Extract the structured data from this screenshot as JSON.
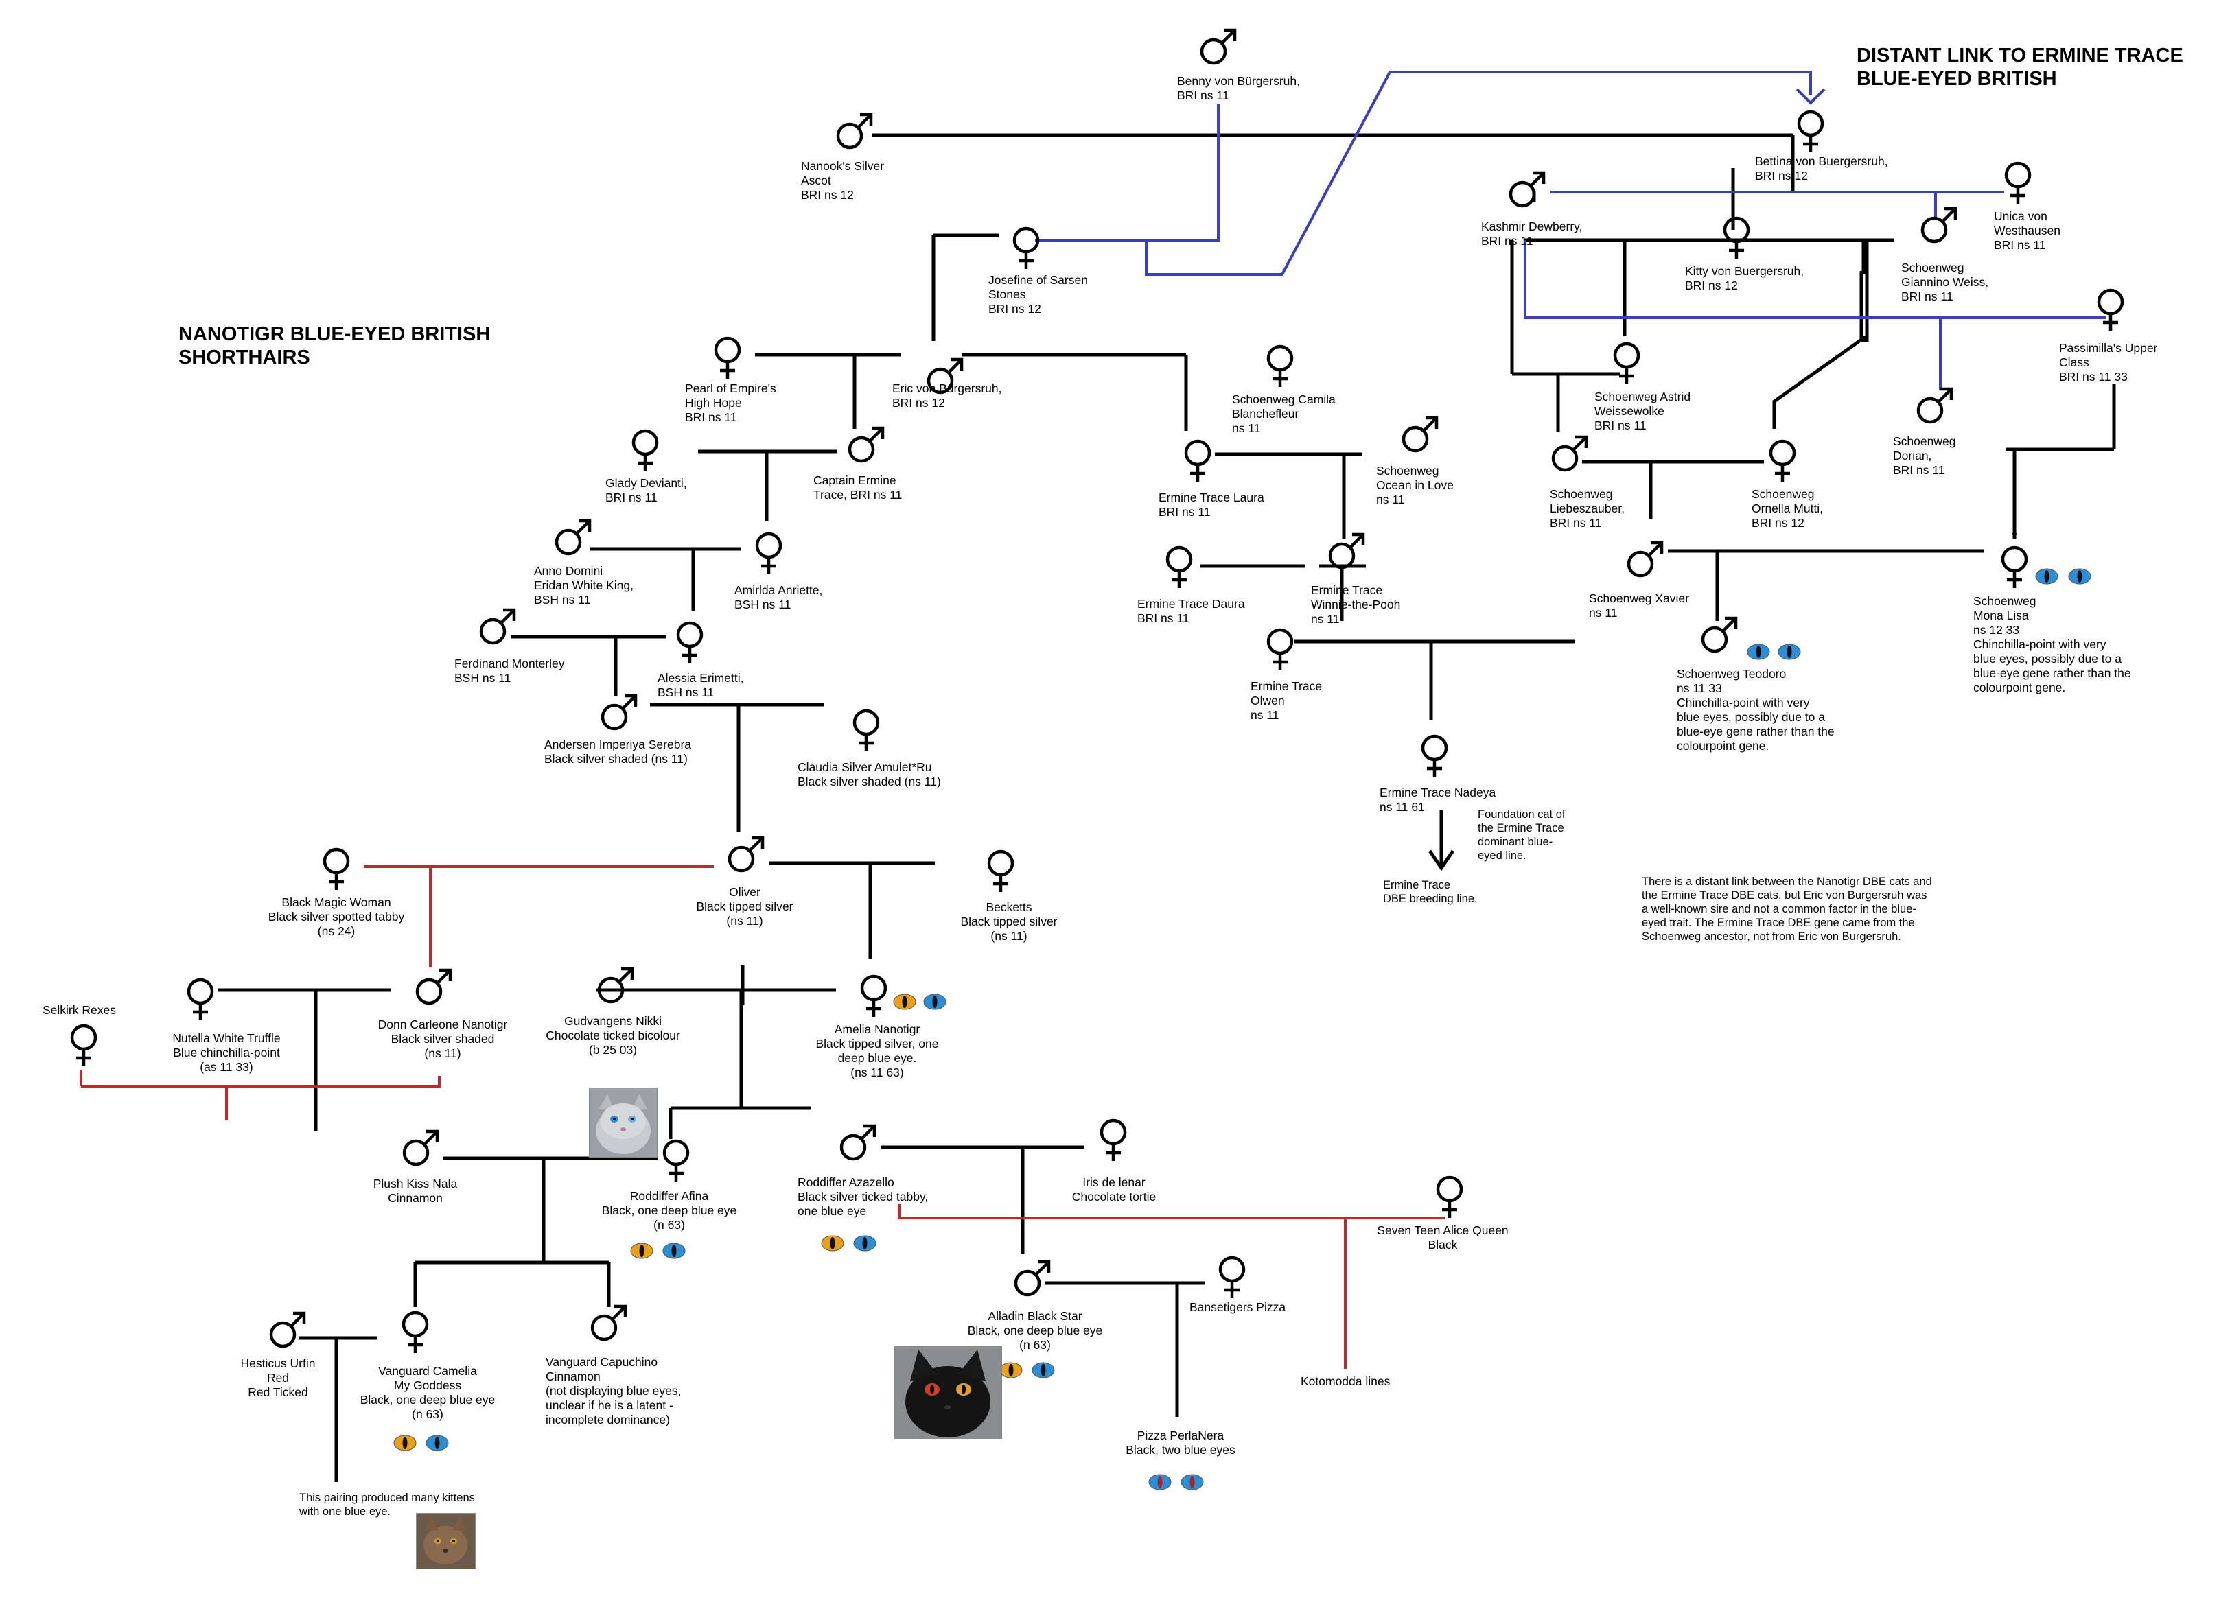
{
  "headings": {
    "left": "NANOTIGR BLUE-EYED BRITISH\nSHORTHAIRS",
    "right": "DISTANT LINK TO ERMINE TRACE\nBLUE-EYED BRITISH"
  },
  "cats": {
    "benny": "Benny von Bürgersruh,\nBRI ns 11",
    "bettina": "Bettina von Buergersruh,\nBRI ns 12",
    "nanook": "Nanook's Silver\nAscot\nBRI ns 12",
    "josefine": "Josefine of Sarsen\nStones\nBRI ns 12",
    "kashmir": "Kashmir Dewberry,\nBRI ns 11",
    "unica": "Unica von\nWesthausen\nBRI ns 11",
    "kitty": "Kitty von Buergersruh,\nBRI ns 12",
    "giannino": "Schoenweg\nGiannino Weiss,\nBRI ns 11",
    "passimilla": "Passimilla's Upper\nClass\nBRI ns 11 33",
    "astrid": "Schoenweg Astrid\nWeissewolke\nBRI ns 11",
    "liebeszauber": "Schoenweg\nLiebeszauber,\nBRI ns 11",
    "ornella": "Schoenweg\nOrnella Mutti,\nBRI ns 12",
    "dorian": "Schoenweg\nDorian,\nBRI ns 11",
    "xavier": "Schoenweg Xavier\nns 11",
    "monalisa": "Schoenweg\nMona Lisa\nns 12 33\nChinchilla-point with very\nblue eyes, possibly due to a\nblue-eye gene rather than the\ncolourpoint gene.",
    "teodoro": "Schoenweg Teodoro\nns 11 33\nChinchilla-point with very\nblue eyes, possibly due to a\nblue-eye gene rather than the\ncolourpoint gene.",
    "pearl": "Pearl of Empire's\nHigh Hope\nBRI ns 11",
    "eric": "Eric von Bürgersruh,\nBRI ns 12",
    "camila": "Schoenweg Camila\nBlanchefleur\nns 11",
    "glady": "Glady Devianti,\nBRI ns 11",
    "captain": "Captain Ermine\nTrace, BRI ns 11",
    "laura": "Ermine Trace Laura\nBRI ns 11",
    "ocean": "Schoenweg\nOcean in Love\nns 11",
    "anno": "Anno Domini\nEridan White King,\nBSH ns 11",
    "amirlda": "Amirlda Anriette,\nBSH ns 11",
    "daura": "Ermine Trace Daura\nBRI ns 11",
    "winnie": "Ermine Trace\nWinnie-the-Pooh\nns 11",
    "ferdinand": "Ferdinand Monterley\nBSH ns 11",
    "alessia": "Alessia Erimetti,\nBSH ns 11",
    "olwen": "Ermine Trace\nOlwen\nns 11",
    "andersen": "Andersen Imperiya Serebra\nBlack silver shaded (ns 11)",
    "claudia": "Claudia Silver Amulet*Ru\nBlack silver shaded (ns 11)",
    "nadeya": "Ermine Trace Nadeya\nns 11 61",
    "magic": "Black Magic Woman\nBlack silver spotted tabby\n(ns 24)",
    "oliver": "Oliver\nBlack tipped silver\n(ns 11)",
    "becketts": "Becketts\nBlack tipped silver\n(ns 11)",
    "selkirk": "Selkirk Rexes",
    "nutella": "Nutella White Truffle\nBlue chinchilla-point\n(as 11 33)",
    "donn": "Donn Carleone Nanotigr\nBlack silver shaded\n(ns 11)",
    "nikki": "Gudvangens Nikki\nChocolate ticked bicolour\n(b 25 03)",
    "amelia": "Amelia Nanotigr\nBlack tipped silver, one\ndeep blue eye.\n(ns 11 63)",
    "plush": "Plush Kiss Nala\nCinnamon",
    "afina": "Roddiffer Afina\nBlack, one deep blue eye\n(n 63)",
    "azazello": "Roddiffer Azazello\nBlack silver ticked tabby,\none blue eye",
    "iris": "Iris de lenar\nChocolate tortie",
    "alice": "Seven Teen Alice Queen\nBlack",
    "alladin": "Alladin Black Star\nBlack, one deep blue eye\n(n 63)",
    "bansetigers": "Bansetigers Pizza",
    "kotomodda": "Kotomodda lines",
    "hesticus": "Hesticus Urfin\nRed\nRed Ticked",
    "camelia": "Vanguard Camelia\nMy Goddess\nBlack, one deep blue eye\n(n 63)",
    "capuchino": "Vanguard Capuchino\nCinnamon\n(not displaying blue eyes,\nunclear if he is a latent -\nincomplete dominance)",
    "perlanera": "Pizza PerlaNera\nBlack, two blue eyes"
  },
  "notes": {
    "foundation": "Foundation cat of\nthe Ermine Trace\ndominant blue-\neyed line.",
    "breeding": "Ermine Trace\nDBE breeding line.",
    "distant": "There is a distant link between the Nanotigr DBE cats and\nthe Ermine Trace DBE cats, but Eric von Burgersruh was\na well-known sire and not a common factor in the blue-\neyed trait. The Ermine Trace DBE gene came from the\nSchoenweg ancestor, not from Eric von Burgersruh.",
    "pairing": "This pairing produced many kittens\nwith one blue eye."
  },
  "colors": {
    "line": "#000000",
    "blue_link": "#3a3ec0",
    "red_link": "#c0282d",
    "eye_blue": "#2a8fd6",
    "eye_orange": "#e9a11a",
    "eye_red": "#b02020",
    "pupil": "#111111"
  },
  "symbols": {
    "male": "male-symbol-icon",
    "female": "female-symbol-icon",
    "eye": "cat-eye-icon"
  }
}
